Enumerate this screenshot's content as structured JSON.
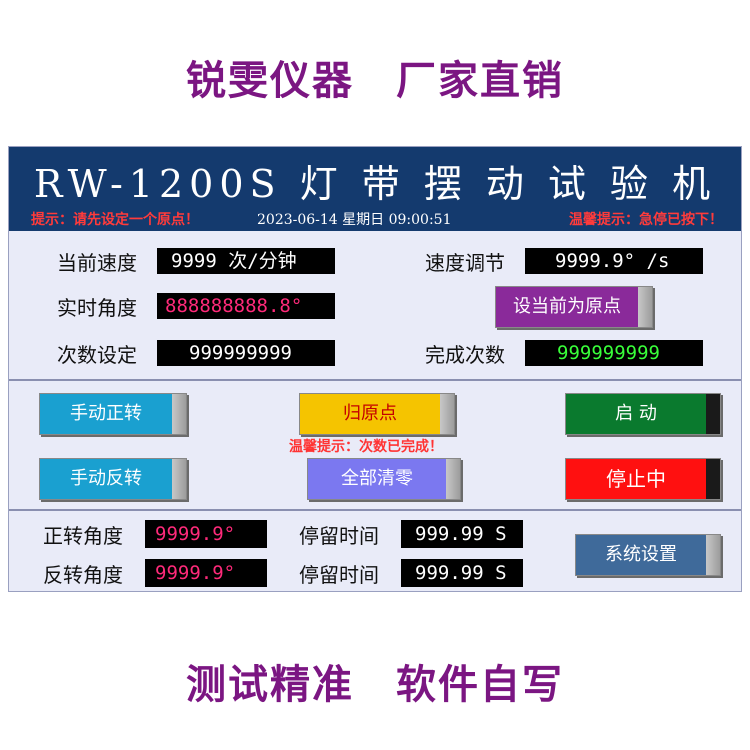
{
  "promo": {
    "top": "锐雯仪器　厂家直销",
    "bottom": "测试精准　软件自写"
  },
  "header": {
    "title": "RW-1200S 灯 带 摆 动 试 验 机",
    "hint_left": "提示：请先设定一个原点！",
    "datetime": "2023-06-14 星期日 09:00:51",
    "hint_right": "温馨提示：急停已按下！"
  },
  "status": {
    "current_speed_label": "当前速度",
    "current_speed_value": "9999 次/分钟",
    "speed_adjust_label": "速度调节",
    "speed_adjust_value": "9999.9° /s",
    "realtime_angle_label": "实时角度",
    "realtime_angle_value": "888888888.8°",
    "set_origin_label": "设当前为原点",
    "count_set_label": "次数设定",
    "count_set_value": "999999999",
    "count_done_label": "完成次数",
    "count_done_value": "999999999"
  },
  "controls": {
    "manual_forward": "手动正转",
    "return_origin": "归原点",
    "start": "启  动",
    "notice": "温馨提示：次数已完成！",
    "manual_reverse": "手动反转",
    "clear_all": "全部清零",
    "stopping": "停止中"
  },
  "params": {
    "fwd_angle_label": "正转角度",
    "fwd_angle_value": "9999.9°",
    "fwd_dwell_label": "停留时间",
    "fwd_dwell_value": "999.99 S",
    "rev_angle_label": "反转角度",
    "rev_angle_value": "9999.9°",
    "rev_dwell_label": "停留时间",
    "rev_dwell_value": "999.99 S",
    "system_settings": "系统设置"
  },
  "colors": {
    "promo": "#7b1682",
    "titlebar": "#143a6e",
    "panel": "#e9ebf8",
    "btn_cyan": "#1aa0d0",
    "btn_yellow": "#f5c400",
    "btn_green": "#0a7a2e",
    "btn_red": "#ff1010",
    "btn_lavender": "#7b78f0",
    "btn_purple": "#8a2a9a",
    "btn_steel": "#3f6a9a"
  }
}
